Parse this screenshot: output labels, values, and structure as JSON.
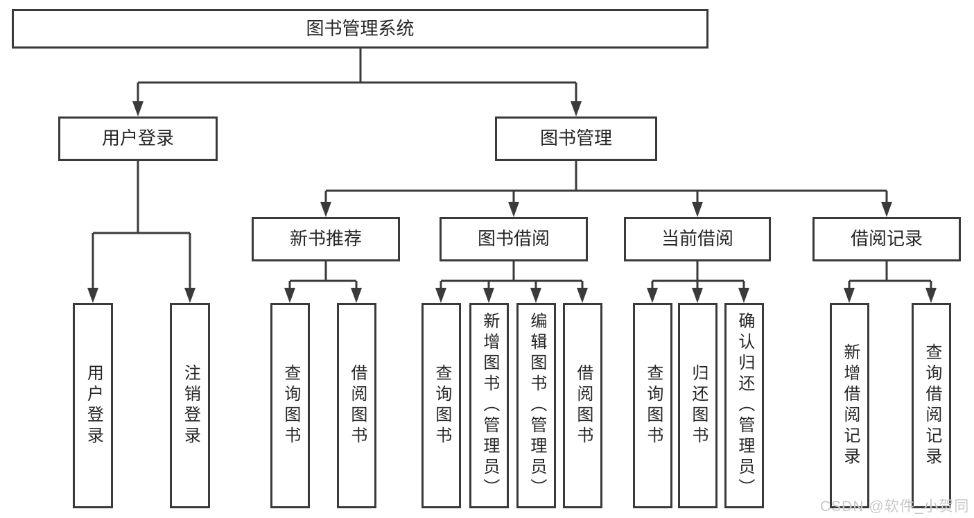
{
  "diagram": {
    "root": "图书管理系统",
    "branches": [
      {
        "label": "用户登录",
        "children": [
          "用户登录",
          "注销登录"
        ]
      },
      {
        "label": "图书管理",
        "groups": [
          {
            "label": "新书推荐",
            "children": [
              "查询图书",
              "借阅图书"
            ]
          },
          {
            "label": "图书借阅",
            "children": [
              "查询图书",
              "新增图书（管理员）",
              "编辑图书（管理员）",
              "借阅图书"
            ]
          },
          {
            "label": "当前借阅",
            "children": [
              "查询图书",
              "归还图书",
              "确认归还（管理员）"
            ]
          },
          {
            "label": "借阅记录",
            "children": [
              "新增借阅记录",
              "查询借阅记录"
            ]
          }
        ]
      }
    ]
  },
  "watermark": "CSDN @软件_小贺同学",
  "colors": {
    "line": "#3a3a3a",
    "text": "#262626",
    "background": "#ffffff",
    "watermark": "#c8c8c8"
  }
}
